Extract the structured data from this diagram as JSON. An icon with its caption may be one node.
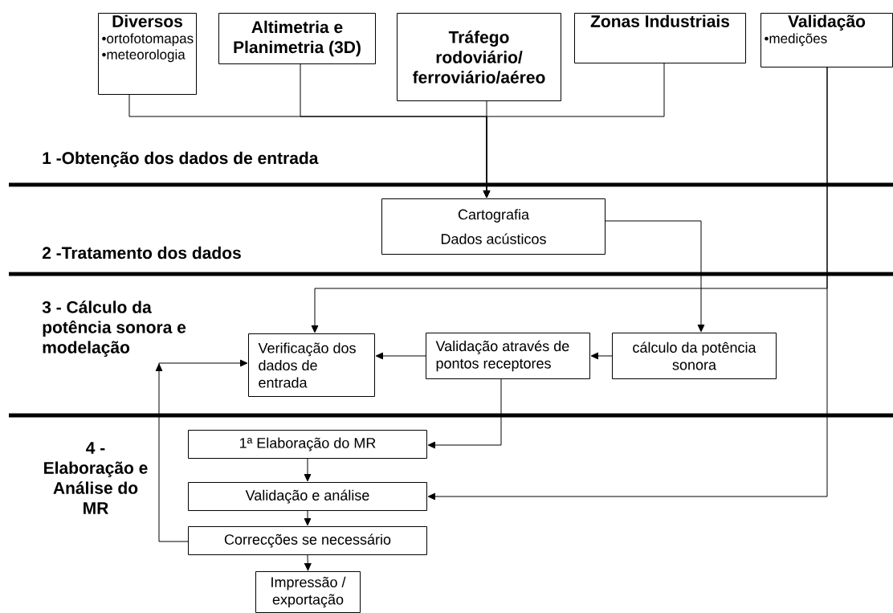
{
  "diagram": {
    "nodes": [
      {
        "text": [
          "Diversos",
          "•ortofotomapas",
          "•meteorologia"
        ]
      },
      {
        "text": [
          "Altimetria e Planimetria (3D)"
        ]
      },
      {
        "text": [
          "Tráfego rodoviário/ ferroviário/aéreo"
        ]
      },
      {
        "text": [
          "Zonas Industriais"
        ]
      },
      {
        "text": [
          "Validação",
          "•medições"
        ]
      },
      {
        "text": [
          "Cartografia",
          "Dados acústicos"
        ]
      },
      {
        "text": [
          "Verificação dos dados de entrada"
        ]
      },
      {
        "text": [
          "Validação através de pontos receptores"
        ]
      },
      {
        "text": [
          "cálculo da potência sonora"
        ]
      },
      {
        "text": [
          "1ª Elaboração do MR"
        ]
      },
      {
        "text": [
          "Validação e análise"
        ]
      },
      {
        "text": [
          "Correcções se necessário"
        ]
      },
      {
        "text": [
          "Impressão / exportação"
        ]
      }
    ],
    "edges": [
      {
        "from": 0,
        "to": 5,
        "arrow": "to"
      },
      {
        "from": 1,
        "to": 5,
        "arrow": "to"
      },
      {
        "from": 2,
        "to": 5,
        "arrow": "to"
      },
      {
        "from": 3,
        "to": 5,
        "arrow": "to"
      },
      {
        "from": 5,
        "to": 8,
        "arrow": "to"
      },
      {
        "from": 4,
        "to": 6,
        "arrow": "to"
      },
      {
        "from": 4,
        "to": 10,
        "arrow": "to"
      },
      {
        "from": 8,
        "to": 7,
        "arrow": "to"
      },
      {
        "from": 7,
        "to": 6,
        "arrow": "to"
      },
      {
        "from": 7,
        "to": 9,
        "arrow": "to"
      },
      {
        "from": 9,
        "to": 10,
        "arrow": "to"
      },
      {
        "from": 10,
        "to": 11,
        "arrow": "to"
      },
      {
        "from": 11,
        "to": 12,
        "arrow": "to"
      },
      {
        "from": 11,
        "to": 6,
        "arrow": "to"
      }
    ],
    "labels": [
      "1 -Obtenção dos dados de entrada",
      "2 -Tratamento dos dados",
      "3 - Cálculo da potência sonora e modelação",
      "4 - Elaboração e Análise do MR"
    ]
  }
}
